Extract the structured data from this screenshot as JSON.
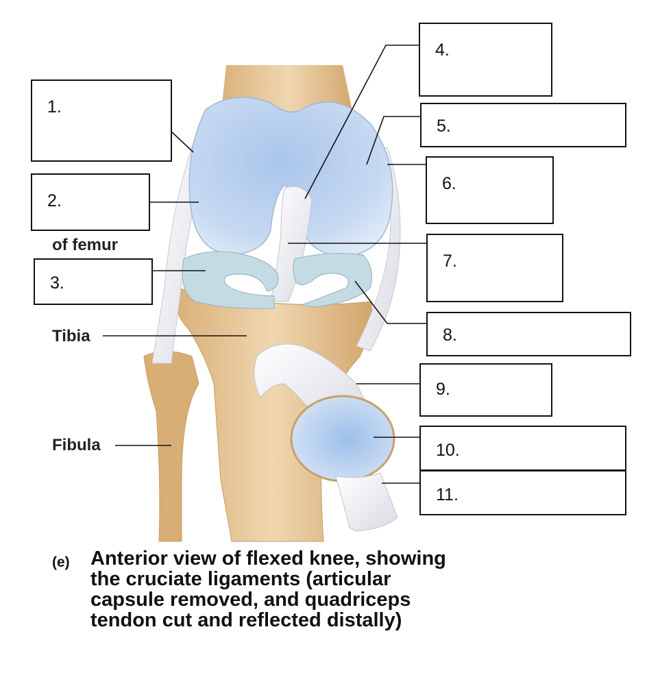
{
  "figure": {
    "labels": {
      "femur_suffix": "of femur",
      "tibia": "Tibia",
      "fibula": "Fibula"
    },
    "answer_boxes": [
      "1.",
      "2.",
      "3.",
      "4.",
      "5.",
      "6.",
      "7.",
      "8.",
      "9.",
      "10.",
      "11."
    ],
    "caption": {
      "letter": "(e)",
      "text": "Anterior view of flexed knee, showing\nthe cruciate ligaments (articular\ncapsule removed, and quadriceps\ntendon cut and reflected distally)"
    }
  },
  "colors": {
    "bone": "#e8c9a0",
    "cartilage": "#b9d2ee",
    "ligament": "#f2f2f6",
    "meniscus": "#c4dbe3"
  }
}
